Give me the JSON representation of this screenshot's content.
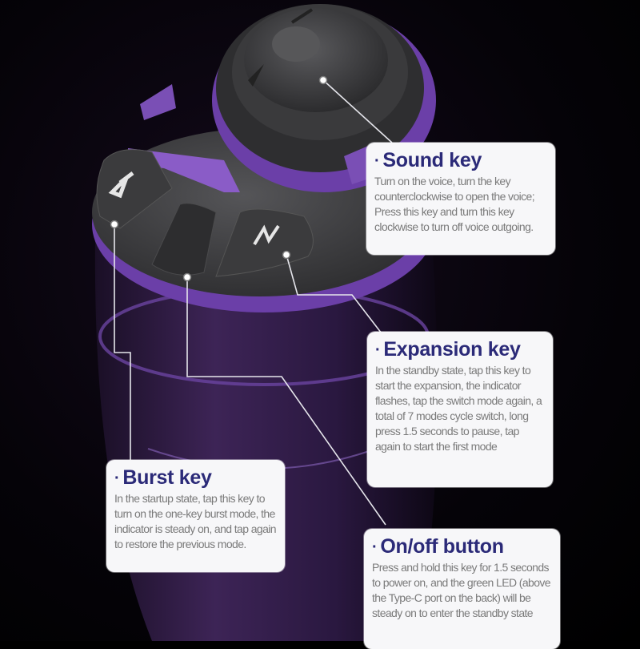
{
  "image": {
    "subject": "purple cylindrical device top with control keys",
    "colors": {
      "background": "#000000",
      "device_body": "#3a2150",
      "device_accent": "#7a4fb5",
      "cap_dark": "#3a3a3c",
      "callout_bg": "#f7f7f9",
      "title_color": "#2b2a78",
      "text_color": "#7a7a7a",
      "leader_line": "#e0e0e6"
    }
  },
  "callouts": [
    {
      "id": "sound-key",
      "bullet": "·",
      "title": "Sound key",
      "description": "Turn on the voice, turn the key counterclockwise to open the voice; Press this key and turn this key clockwise to turn off voice outgoing."
    },
    {
      "id": "expansion-key",
      "bullet": "·",
      "title": "Expansion key",
      "description": "In the standby state, tap this key to start the expansion, the indicator flashes, tap the switch mode again, a total of 7 modes cycle switch, long press 1.5 seconds to pause, tap again to start the first mode"
    },
    {
      "id": "burst-key",
      "bullet": "·",
      "title": "Burst key",
      "description": "In the startup state, tap this key to turn on the one-key burst mode, the indicator is steady on, and tap again to restore the previous mode."
    },
    {
      "id": "on-off-button",
      "bullet": "·",
      "title": "On/off button",
      "description": "Press and hold this key for 1.5 seconds to power on, and the green LED (above the Type-C port on the back) will be steady on to enter the standby state"
    }
  ]
}
